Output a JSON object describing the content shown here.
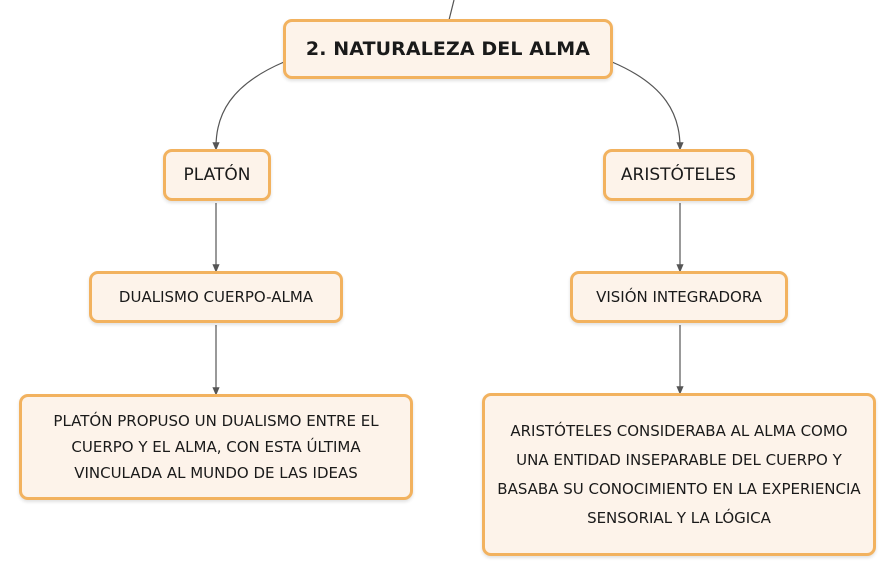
{
  "diagram": {
    "root": {
      "label": "2. NATURALEZA DEL ALMA"
    },
    "branches": [
      {
        "title": "PLATÓN",
        "concept": "DUALISMO CUERPO-ALMA",
        "description": "PLATÓN PROPUSO UN DUALISMO ENTRE EL CUERPO Y EL ALMA, CON ESTA ÚLTIMA VINCULADA AL MUNDO DE LAS IDEAS"
      },
      {
        "title": "ARISTÓTELES",
        "concept": "VISIÓN INTEGRADORA",
        "description": "ARISTÓTELES CONSIDERABA AL ALMA COMO UNA ENTIDAD INSEPARABLE DEL CUERPO Y BASABA SU CONOCIMIENTO EN LA EXPERIENCIA SENSORIAL Y LA LÓGICA"
      }
    ],
    "colors": {
      "node_fill": "#fdf3ea",
      "node_border": "#f2b25f",
      "connector": "#555555"
    }
  }
}
